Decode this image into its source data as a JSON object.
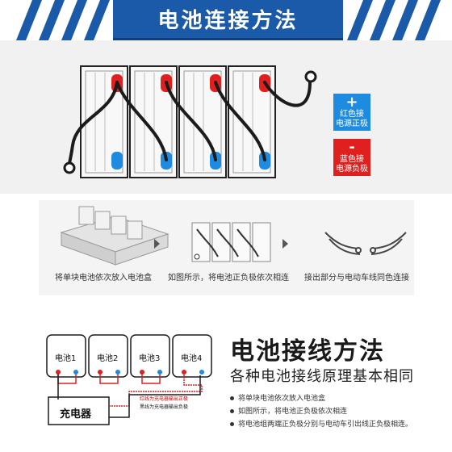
{
  "header": {
    "title": "电池连接方法"
  },
  "legend": {
    "positive_sign": "+",
    "positive_text_1": "红色接",
    "positive_text_2": "电源正极",
    "negative_sign": "-",
    "negative_text_1": "蓝色接",
    "negative_text_2": "电源负极",
    "positive_color": "#1e8be0",
    "negative_color": "#e0201e"
  },
  "steps": [
    {
      "caption": "将单块电池依次放入电池盒"
    },
    {
      "caption": "如图所示，将电池正负极依次相连"
    },
    {
      "caption": "接出部分与电动车线同色连接"
    }
  ],
  "wiring": {
    "title": "电池接线方法",
    "subtitle": "各种电池接线原理基本相同",
    "cells": [
      "电池1",
      "电池2",
      "电池3",
      "电池4"
    ],
    "charger": "充电器",
    "charger_note_1": "红线为充电器输出正极",
    "charger_note_2": "黑线为充电器输出负极",
    "notes": [
      "将单块电池依次放入电池盒",
      "如图所示，将电池正负极依次相连",
      "将电池组两端正负极分别与电动车引出线正负极相连。"
    ]
  },
  "colors": {
    "header_blue": "#1a5aa8",
    "red_terminal": "#e0201e",
    "blue_terminal": "#1e8be0"
  }
}
